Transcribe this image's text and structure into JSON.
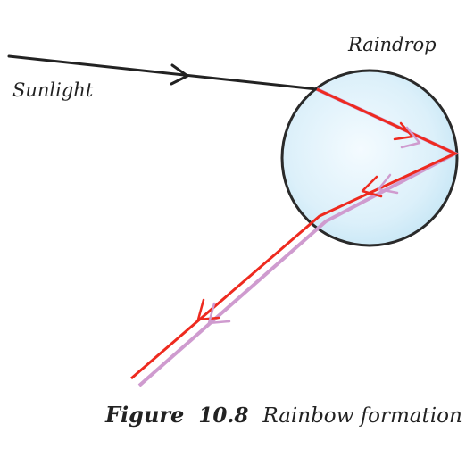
{
  "labels": {
    "sunlight": "Sunlight",
    "raindrop": "Raindrop"
  },
  "caption": {
    "figure": "Figure",
    "number": "10.8",
    "title": "Rainbow formation"
  },
  "colors": {
    "sunlight_ray": "#222222",
    "red_ray": "#ee2a1f",
    "violet_ray": "#cf9bcf",
    "drop_outline": "#2a2a2a",
    "drop_fill": "#dff2fb"
  }
}
